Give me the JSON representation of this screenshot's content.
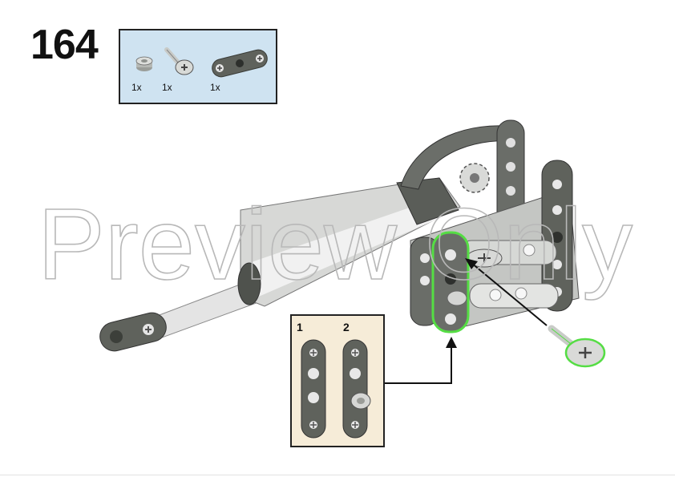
{
  "step": {
    "number": "164"
  },
  "parts_list": {
    "items": [
      {
        "name": "bush-half-round",
        "quantity": "1x"
      },
      {
        "name": "axle-pin-with-friction",
        "quantity": "1x"
      },
      {
        "name": "beam-3-liftarm",
        "quantity": "1x"
      }
    ]
  },
  "sub_assembly": {
    "stage_labels": [
      "1",
      "2"
    ]
  },
  "watermark": {
    "text": "Preview Only"
  },
  "colors": {
    "parts_box_bg": "#cfe3f1",
    "sub_box_bg": "#f6ecd8",
    "dark_bluish_gray": "#5f625c",
    "light_bluish_gray": "#c9ccc9",
    "highlight_green": "#55dd44"
  }
}
